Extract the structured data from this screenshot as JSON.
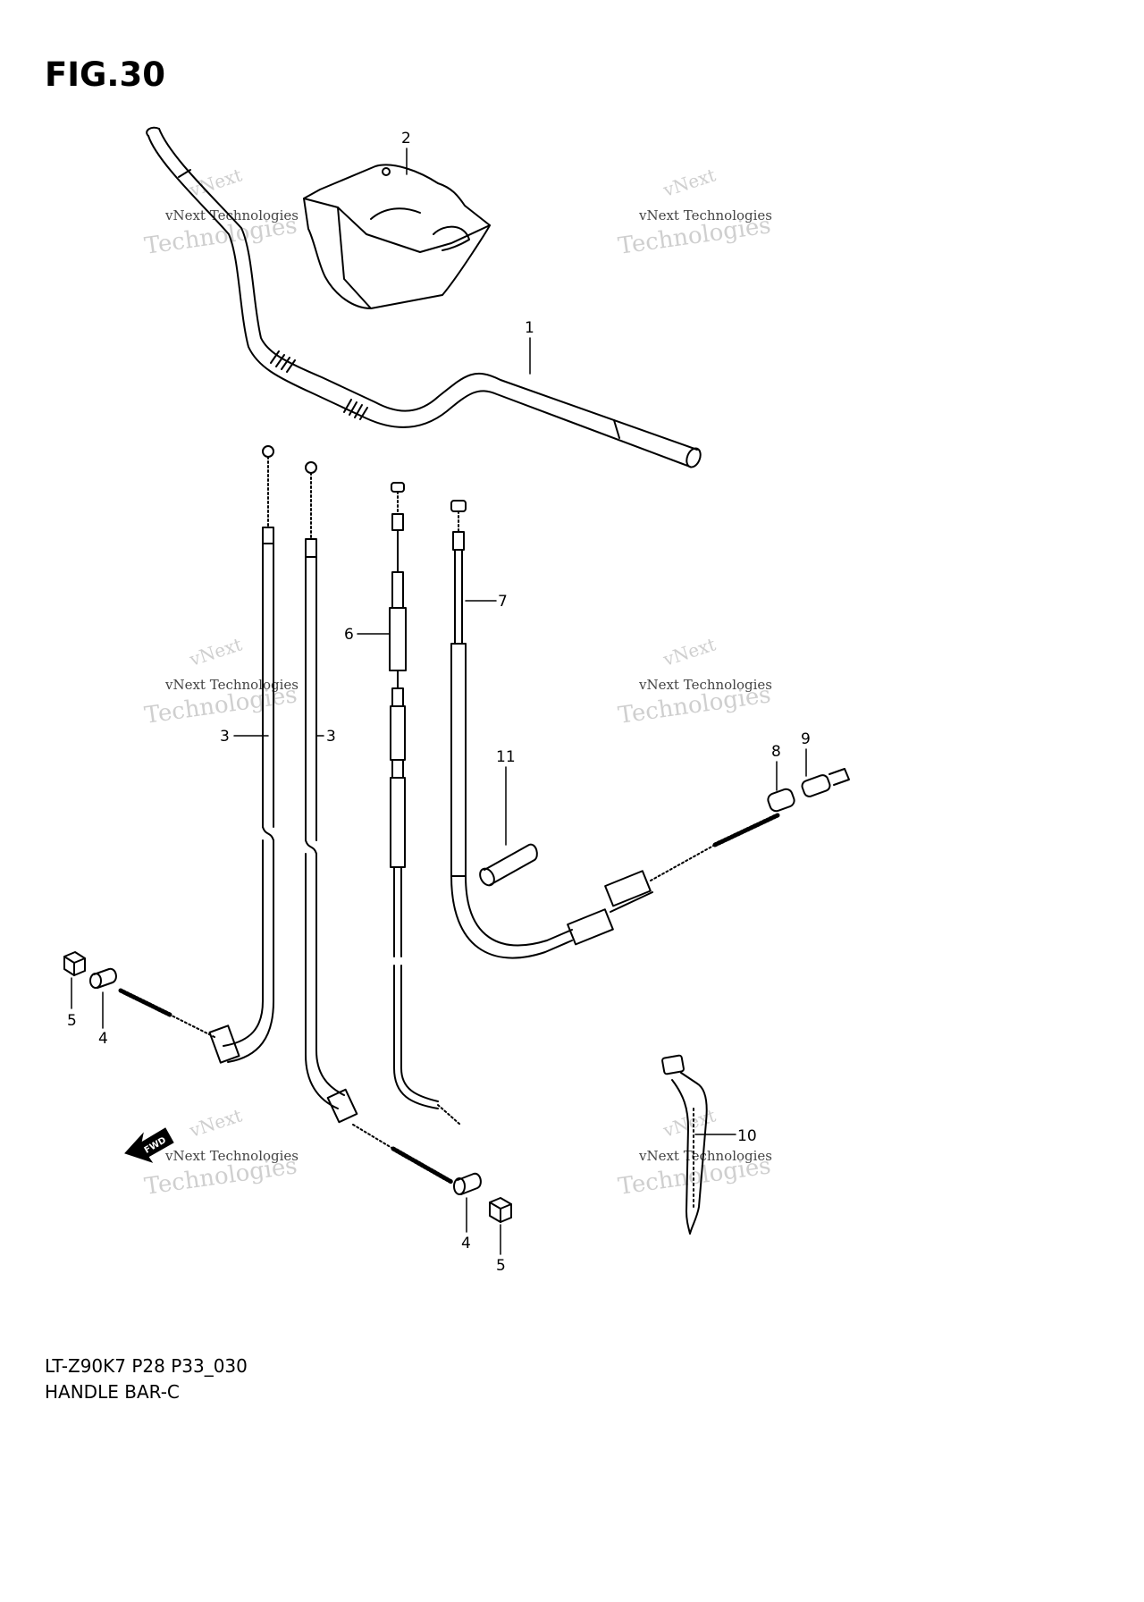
{
  "figure": {
    "title": "FIG.30",
    "code": "LT-Z90K7 P28 P33_030",
    "name": "HANDLE BAR-C"
  },
  "watermark": {
    "line1": "vNext",
    "line2": "vNext Technologies",
    "line3": "Technologies"
  },
  "fwd_label": "FWD",
  "callouts": {
    "p1": "1",
    "p2": "2",
    "p3a": "3",
    "p3b": "3",
    "p4a": "4",
    "p4b": "4",
    "p5a": "5",
    "p5b": "5",
    "p6": "6",
    "p7": "7",
    "p8": "8",
    "p9": "9",
    "p10": "10",
    "p11": "11"
  },
  "colors": {
    "line": "#000000",
    "watermark": "#cfcfcf"
  }
}
